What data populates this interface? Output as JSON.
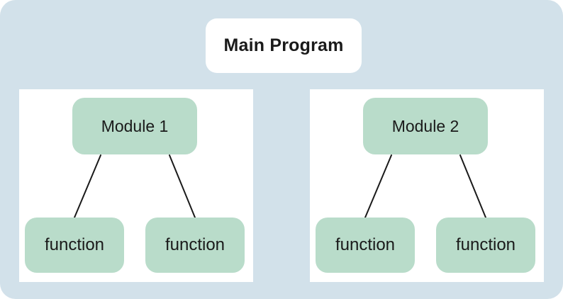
{
  "diagram": {
    "title": "Main Program",
    "panels": [
      {
        "module": "Module 1",
        "functions": [
          "function",
          "function"
        ]
      },
      {
        "module": "Module 2",
        "functions": [
          "function",
          "function"
        ]
      }
    ],
    "colors": {
      "background": "#d2e1ea",
      "node_fill": "#b9dcca",
      "panel_fill": "#ffffff",
      "line": "#1a1a1a",
      "text": "#1a1a1a"
    }
  }
}
